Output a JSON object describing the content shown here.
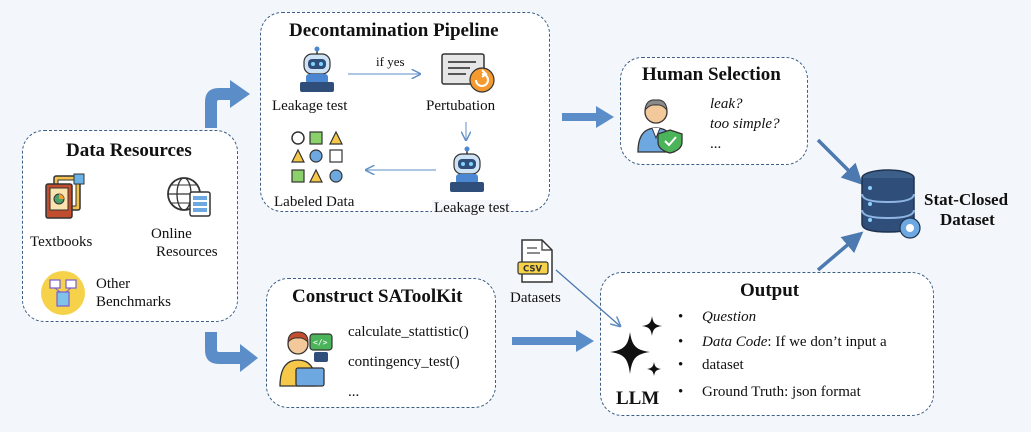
{
  "data_resources": {
    "title": "Data Resources",
    "textbooks": "Textbooks",
    "online_line1": "Online",
    "online_line2": "Resources",
    "other_line1": "Other",
    "other_line2": "Benchmarks"
  },
  "pipeline": {
    "title": "Decontamination Pipeline",
    "leakage_test_1": "Leakage test",
    "if_yes": "if yes",
    "pertubation": "Pertubation",
    "labeled_data": "Labeled Data",
    "leakage_test_2": "Leakage test"
  },
  "human": {
    "title": "Human Selection",
    "q1": "leak?",
    "q2": "too simple?",
    "q3": "..."
  },
  "toolkit": {
    "title": "Construct SAToolKit",
    "fn1": "calculate_stattistic()",
    "fn2": "contingency_test()",
    "fn3": "..."
  },
  "datasets": {
    "label": "Datasets",
    "csv": "CSV"
  },
  "output": {
    "title": "Output",
    "llm": "LLM",
    "b1": "Question",
    "b2_ital": "Data Code",
    "b2_rest": ": If we don’t input a",
    "b2_cont": "dataset",
    "b3": "Ground Truth: json format"
  },
  "final": {
    "line1": "Stat-Closed",
    "line2": "Dataset"
  }
}
